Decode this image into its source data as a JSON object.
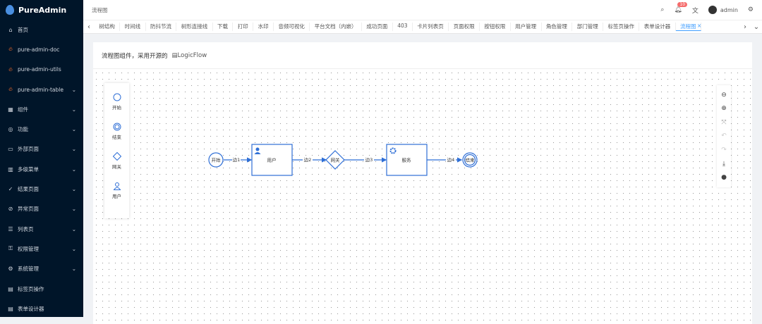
{
  "app": {
    "name": "PureAdmin"
  },
  "sidebar": {
    "items": [
      {
        "label": "首页",
        "icon": "home-icon"
      },
      {
        "label": "pure-admin-doc",
        "icon": "fire-icon"
      },
      {
        "label": "pure-admin-utils",
        "icon": "fire-icon"
      },
      {
        "label": "pure-admin-table",
        "icon": "fire-icon",
        "chevron": true
      },
      {
        "label": "组件",
        "icon": "grid-icon",
        "chevron": true
      },
      {
        "label": "功能",
        "icon": "settings-icon",
        "chevron": true
      },
      {
        "label": "外部页面",
        "icon": "monitor-icon",
        "chevron": true
      },
      {
        "label": "多级菜单",
        "icon": "chart-icon",
        "chevron": true
      },
      {
        "label": "结果页面",
        "icon": "check-circle-icon",
        "chevron": true
      },
      {
        "label": "异常页面",
        "icon": "warning-icon",
        "chevron": true
      },
      {
        "label": "列表页",
        "icon": "list-icon",
        "chevron": true
      },
      {
        "label": "权限管理",
        "icon": "key-icon",
        "chevron": true
      },
      {
        "label": "系统管理",
        "icon": "gear-icon",
        "chevron": true
      },
      {
        "label": "标签页操作",
        "icon": "tab-icon"
      },
      {
        "label": "表单设计器",
        "icon": "form-icon"
      }
    ]
  },
  "header": {
    "breadcrumb": "流程图",
    "badge": "10",
    "user": "admin"
  },
  "tabs": [
    "树结构",
    "时间线",
    "防抖节流",
    "树形连接线",
    "下载",
    "打印",
    "水印",
    "音频可视化",
    "平台文档（内嵌）",
    "成功页面",
    "403",
    "卡片列表页",
    "页面权限",
    "按钮权限",
    "用户管理",
    "角色管理",
    "部门管理",
    "标签页操作",
    "表单设计器",
    "流程图"
  ],
  "active_tab": "流程图",
  "card": {
    "title": "流程图组件，采用开源的",
    "link": "LogicFlow"
  },
  "palette": [
    "开始",
    "结束",
    "网关",
    "用户"
  ],
  "flow": {
    "nodes": {
      "start": "开始",
      "user": "用户",
      "gateway": "网关",
      "service": "服务",
      "end": "结束"
    },
    "edges": [
      "边1",
      "边2",
      "边3",
      "边4"
    ]
  },
  "controls": [
    "zoom-out-icon",
    "zoom-in-icon",
    "fit-icon",
    "undo-icon",
    "redo-icon",
    "download-icon",
    "minimap-icon"
  ],
  "colors": {
    "sidebar": "#001529",
    "accent": "#409eff",
    "flow": "#2f6fd6"
  }
}
